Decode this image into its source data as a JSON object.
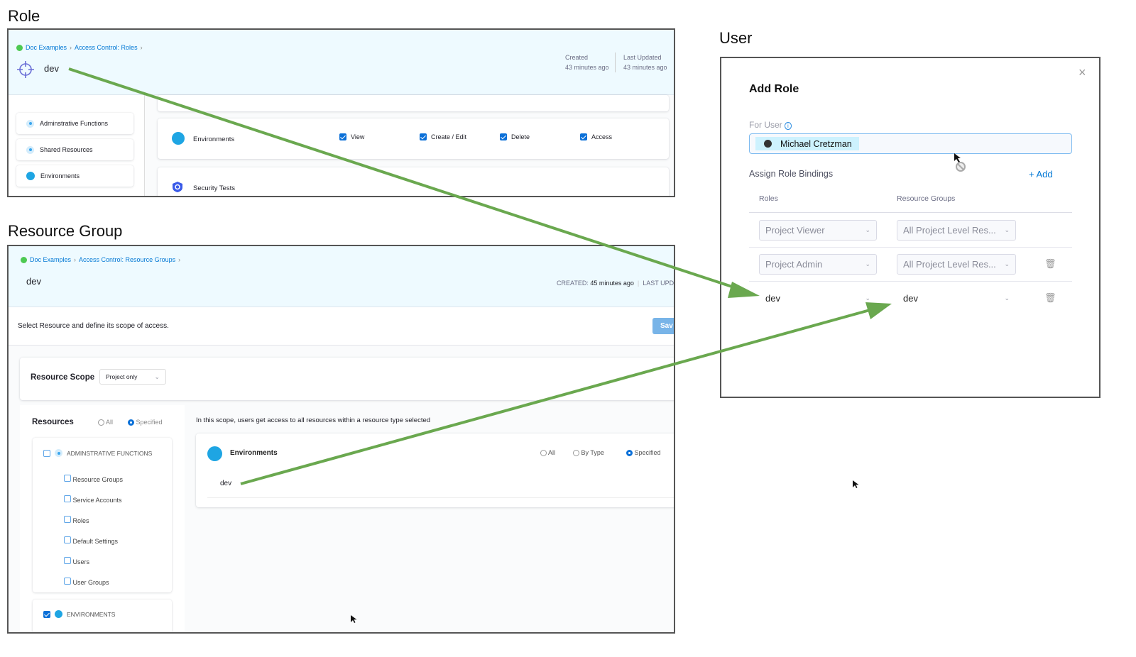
{
  "labels": {
    "role": "Role",
    "resource_group": "Resource Group",
    "user": "User"
  },
  "role_panel": {
    "breadcrumb": [
      "Doc Examples",
      "Access Control: Roles"
    ],
    "title": "dev",
    "created_label": "Created",
    "created_value": "43 minutes ago",
    "updated_label": "Last Updated",
    "updated_value": "43 minutes ago",
    "sidebar": [
      "Adminstrative Functions",
      "Shared Resources",
      "Environments"
    ],
    "environments": {
      "label": "Environments",
      "permissions": [
        {
          "label": "View",
          "checked": true
        },
        {
          "label": "Create / Edit",
          "checked": true
        },
        {
          "label": "Delete",
          "checked": true
        },
        {
          "label": "Access",
          "checked": true
        }
      ]
    },
    "security_tests": "Security Tests"
  },
  "rg_panel": {
    "breadcrumb": [
      "Doc Examples",
      "Access Control: Resource Groups"
    ],
    "title": "dev",
    "created_label": "CREATED:",
    "created_value": "45 minutes ago",
    "updated_label": "LAST UPD",
    "description": "Select Resource and define its scope of access.",
    "save_label": "Sav",
    "scope_label": "Resource Scope",
    "scope_value": "Project only",
    "resources_label": "Resources",
    "radio_all": "All",
    "radio_specified": "Specified",
    "admin_group": "ADMINSTRATIVE FUNCTIONS",
    "admin_items": [
      "Resource Groups",
      "Service Accounts",
      "Roles",
      "Default Settings",
      "Users",
      "User Groups"
    ],
    "env_group": "ENVIRONMENTS",
    "scope_note": "In this scope, users get access to all resources within a resource type selected",
    "env_card": {
      "label": "Environments",
      "options": [
        "All",
        "By Type",
        "Specified"
      ],
      "selected": "Specified",
      "item": "dev"
    }
  },
  "add_role": {
    "title": "Add Role",
    "for_user_label": "For User",
    "user_chip": "Michael Cretzman",
    "bindings_label": "Assign Role Bindings",
    "add_label": "+ Add",
    "col_roles": "Roles",
    "col_groups": "Resource Groups",
    "rows": [
      {
        "role": "Project Viewer",
        "group": "All Project Level Res...",
        "deletable": false
      },
      {
        "role": "Project Admin",
        "group": "All Project Level Res...",
        "deletable": true
      },
      {
        "role": "dev",
        "group": "dev",
        "deletable": true
      }
    ]
  },
  "colors": {
    "arrow": "#6aa84f",
    "accent": "#0278d5",
    "header_bg": "#eefaff"
  }
}
